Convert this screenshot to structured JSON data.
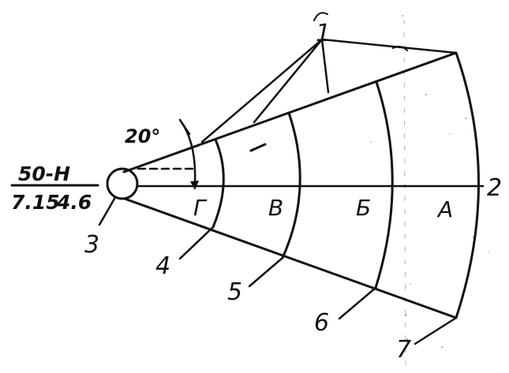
{
  "angle_label": "20°",
  "light_sign": {
    "top": "50-Н",
    "bottom_left": "7.15",
    "bottom_right": "4.6"
  },
  "zones": [
    "Г",
    "В",
    "Б",
    "А"
  ],
  "callouts": [
    "1",
    "2",
    "3",
    "4",
    "5",
    "6",
    "7"
  ]
}
